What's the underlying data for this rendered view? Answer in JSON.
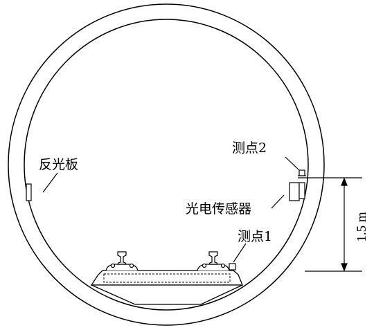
{
  "labels": {
    "reflector": "反光板",
    "point2": "测点2",
    "sensor": "光电传感器",
    "point1": "测点1",
    "dimension": "1.5 m"
  },
  "colors": {
    "stroke": "#000000",
    "background": "#ffffff"
  }
}
